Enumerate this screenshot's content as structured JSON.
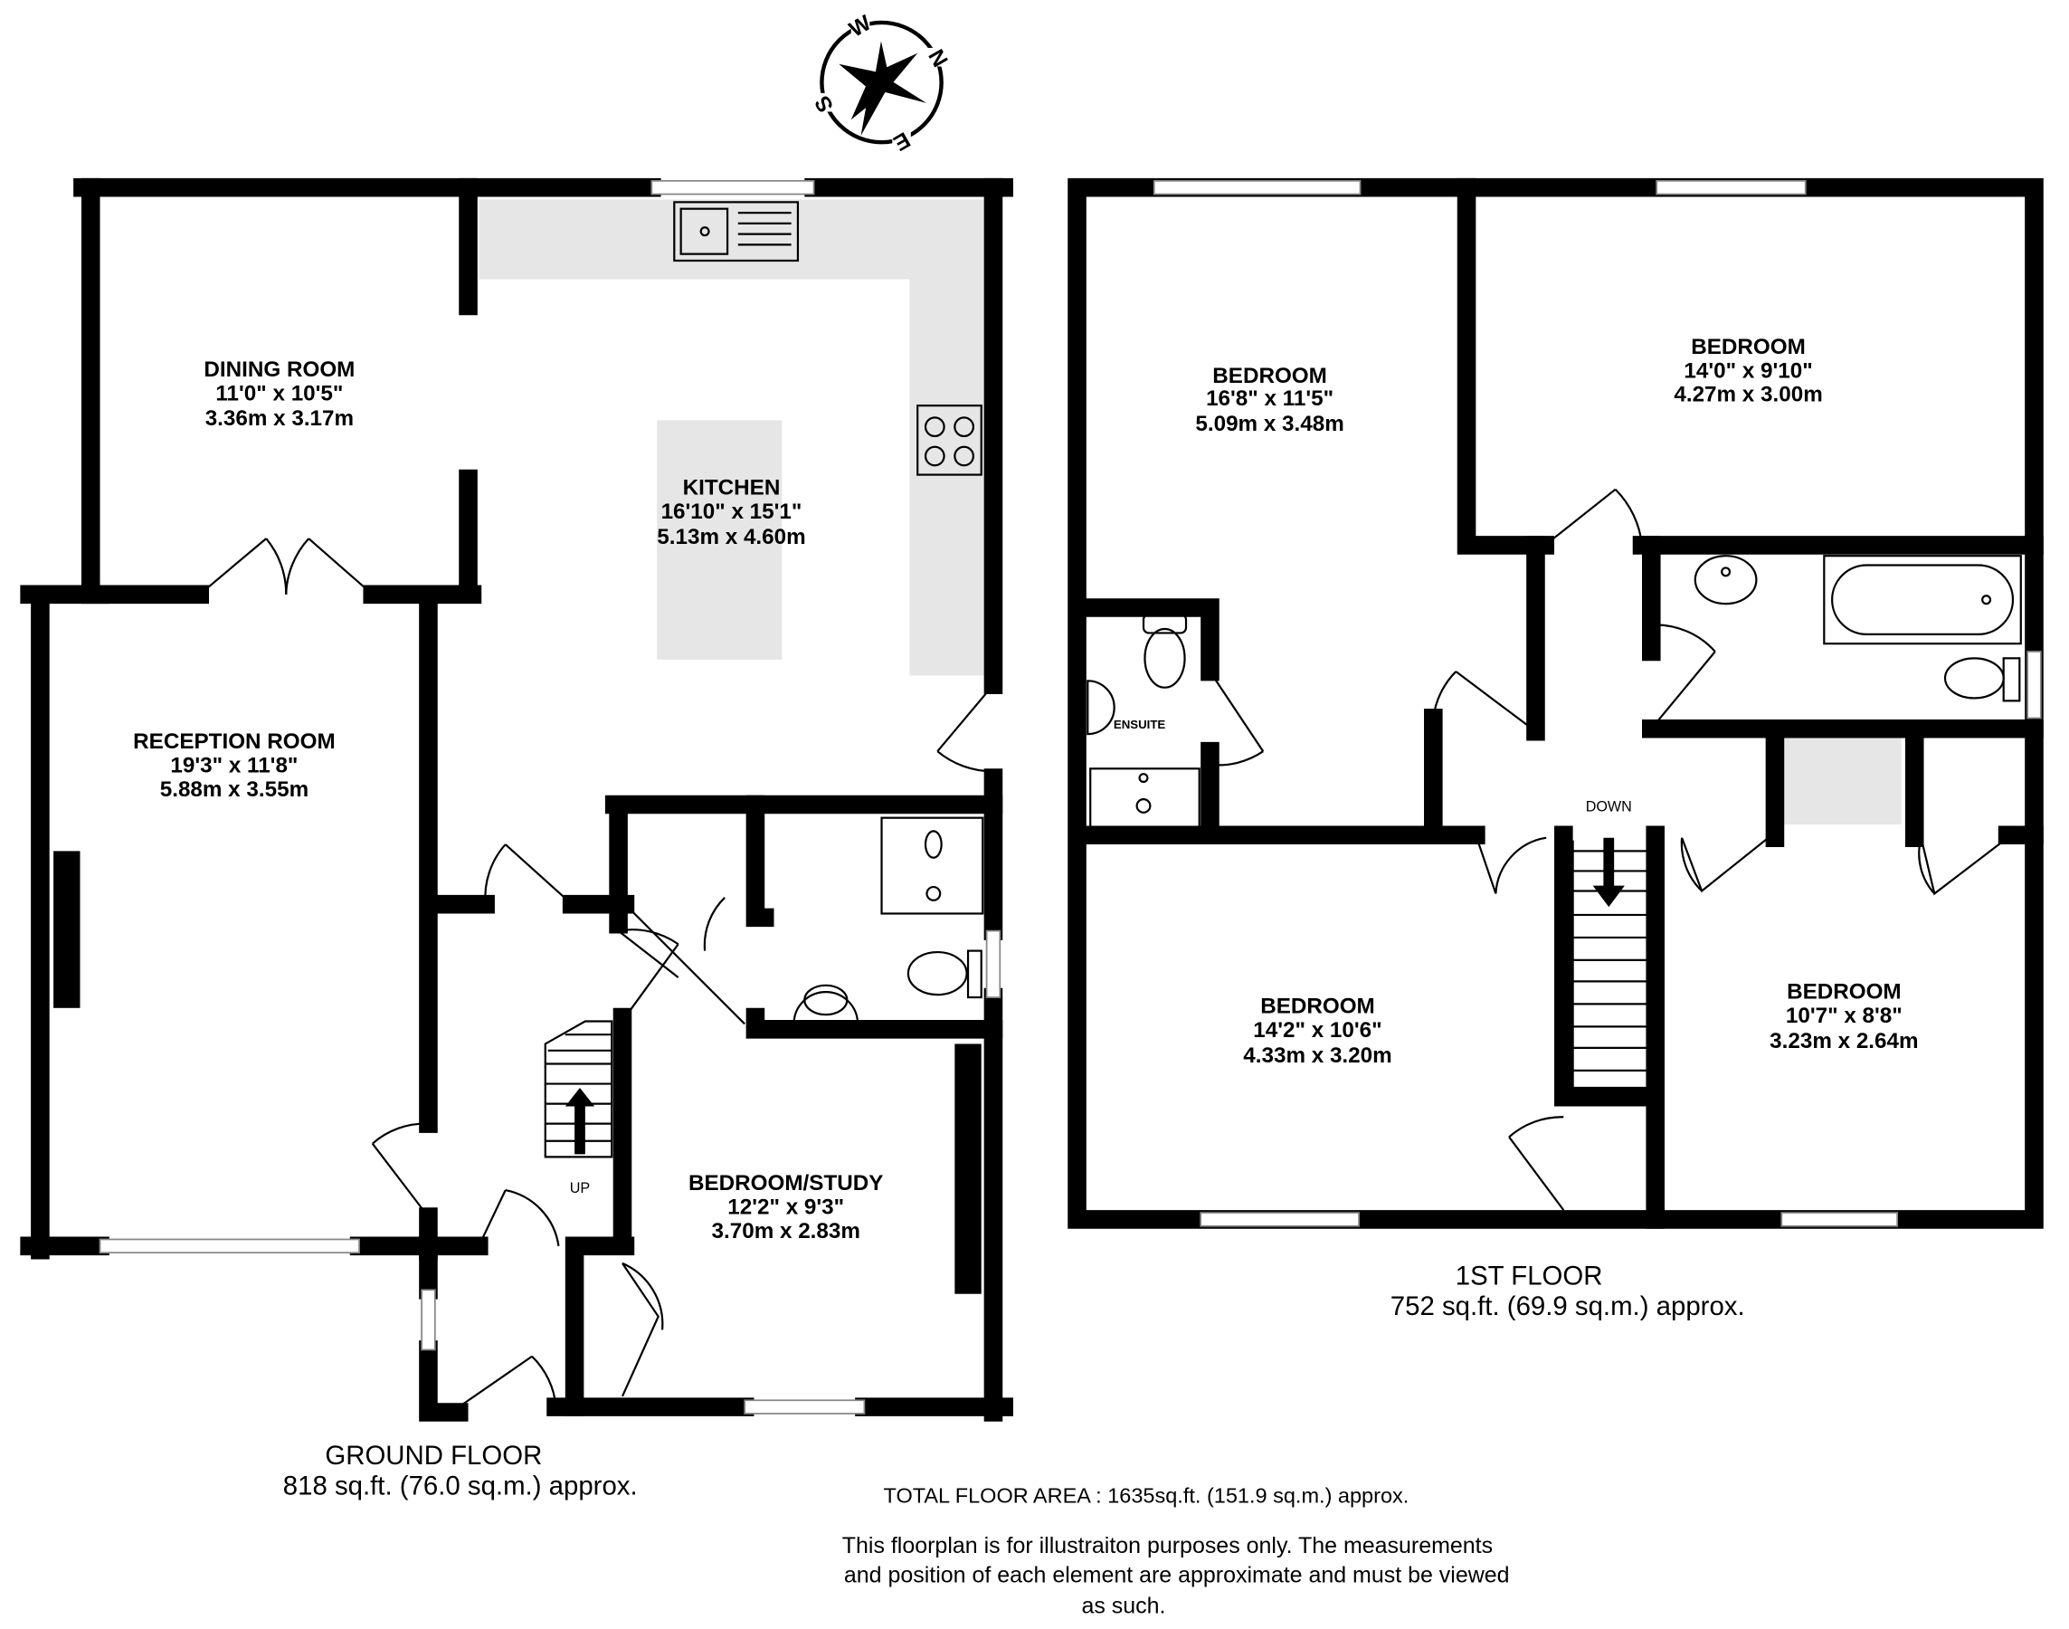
{
  "compass": {
    "n": "N",
    "e": "E",
    "s": "S",
    "w": "W"
  },
  "ground_floor": {
    "label": "GROUND FLOOR",
    "area": "818 sq.ft. (76.0 sq.m.) approx.",
    "stairs_label": "UP",
    "rooms": [
      {
        "name": "DINING ROOM",
        "imperial": "11'0\"  x 10'5\"",
        "metric": "3.36m  x 3.17m"
      },
      {
        "name": "KITCHEN",
        "imperial": "16'10\"  x 15'1\"",
        "metric": "5.13m  x 4.60m"
      },
      {
        "name": "RECEPTION ROOM",
        "imperial": "19'3\"  x 11'8\"",
        "metric": "5.88m  x 3.55m"
      },
      {
        "name": "BEDROOM/STUDY",
        "imperial": "12'2\"  x 9'3\"",
        "metric": "3.70m  x 2.83m"
      }
    ]
  },
  "first_floor": {
    "label": "1ST FLOOR",
    "area": "752 sq.ft. (69.9 sq.m.) approx.",
    "stairs_label": "DOWN",
    "ensuite_label": "ENSUITE",
    "rooms": [
      {
        "name": "BEDROOM",
        "imperial": "16'8\"  x 11'5\"",
        "metric": "5.09m  x 3.48m"
      },
      {
        "name": "BEDROOM",
        "imperial": "14'0\"  x 9'10\"",
        "metric": "4.27m  x 3.00m"
      },
      {
        "name": "BEDROOM",
        "imperial": "14'2\"  x 10'6\"",
        "metric": "4.33m  x 3.20m"
      },
      {
        "name": "BEDROOM",
        "imperial": "10'7\"  x 8'8\"",
        "metric": "3.23m  x 2.64m"
      }
    ]
  },
  "total_area": "TOTAL FLOOR AREA : 1635sq.ft. (151.9 sq.m.) approx.",
  "disclaimer": [
    "This floorplan is for illustraiton purposes only. The measurements",
    "and position of each element are approximate and must be viewed",
    "as such."
  ],
  "colors": {
    "walls": "#000000",
    "fittings": "#e6e6e6"
  }
}
